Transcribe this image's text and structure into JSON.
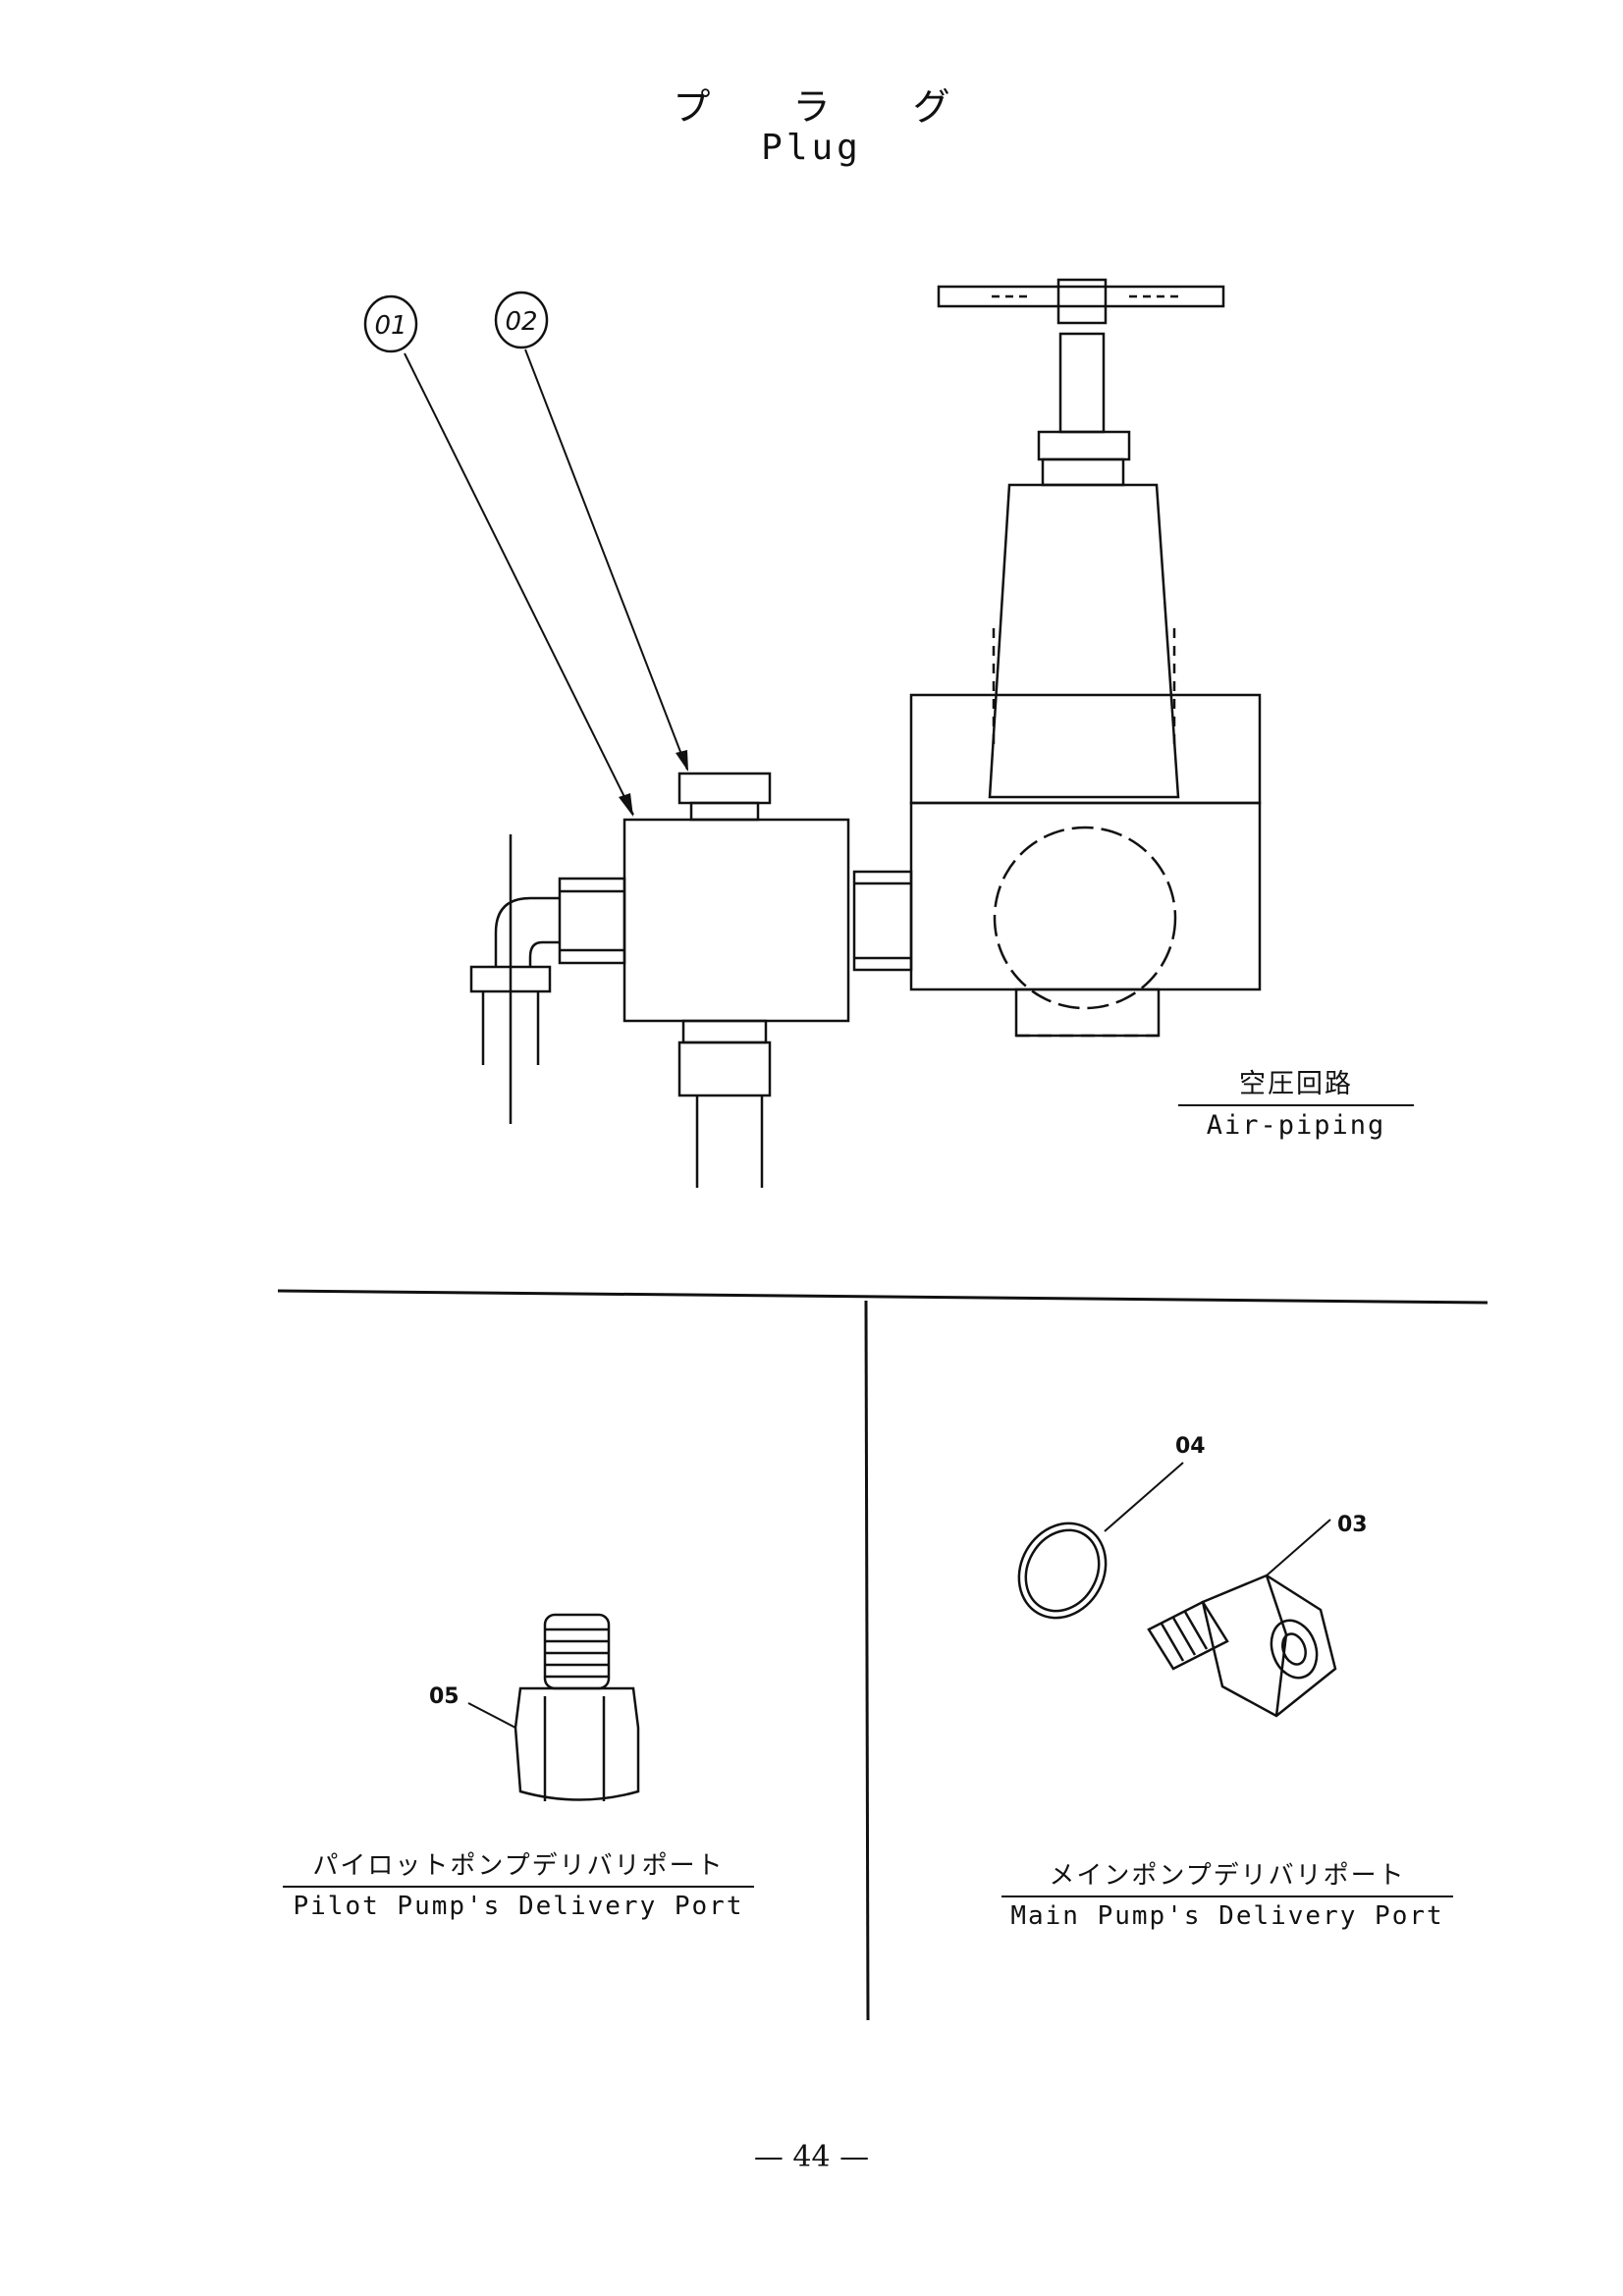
{
  "title": {
    "jp": "プ ラ グ",
    "en": "Plug"
  },
  "callouts": {
    "c01": "01",
    "c02": "02"
  },
  "labels": {
    "p03": "03",
    "p04": "04",
    "p05": "05"
  },
  "captions": {
    "air": {
      "jp": "空圧回路",
      "en": "Air-piping"
    },
    "pilot": {
      "jp": "パイロットポンプデリバリポート",
      "en": "Pilot Pump's Delivery Port"
    },
    "main": {
      "jp": "メインポンプデリバリポート",
      "en": "Main Pump's Delivery Port"
    }
  },
  "page_number": "— 44 —"
}
